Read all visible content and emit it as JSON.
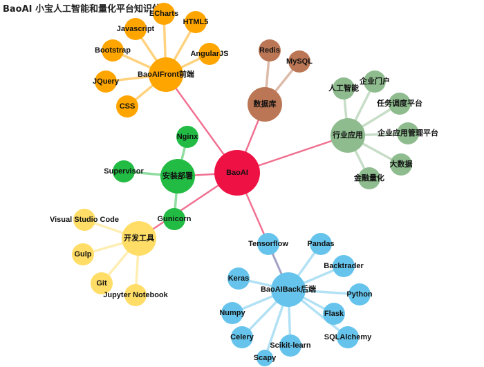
{
  "title": "BaoAI 小宝人工智能和量化平台知识体系",
  "colors": {
    "root": "#ee1144",
    "root_link": "#f07090",
    "front": "#ffa500",
    "db": "#bb7755",
    "industry": "#8fbc8f",
    "deploy": "#22bb44",
    "tools": "#ffdd66",
    "back": "#66c4ec"
  },
  "nodes": [
    {
      "id": "root",
      "name": "BaoAI",
      "category": "root"
    },
    {
      "id": "front",
      "name": "BaoAIFront前端",
      "category": "front"
    },
    {
      "id": "echarts",
      "name": "ECharts",
      "category": "front",
      "parent": "front"
    },
    {
      "id": "html5",
      "name": "HTML5",
      "category": "front",
      "parent": "front"
    },
    {
      "id": "angular",
      "name": "AngularJS",
      "category": "front",
      "parent": "front"
    },
    {
      "id": "js",
      "name": "Javascript",
      "category": "front",
      "parent": "front"
    },
    {
      "id": "bootstrap",
      "name": "Bootstrap",
      "category": "front",
      "parent": "front"
    },
    {
      "id": "jquery",
      "name": "JQuery",
      "category": "front",
      "parent": "front"
    },
    {
      "id": "css",
      "name": "CSS",
      "category": "front",
      "parent": "front"
    },
    {
      "id": "db",
      "name": "数据库",
      "category": "db"
    },
    {
      "id": "redis",
      "name": "Redis",
      "category": "db",
      "parent": "db"
    },
    {
      "id": "mysql",
      "name": "MySQL",
      "category": "db",
      "parent": "db"
    },
    {
      "id": "industry",
      "name": "行业应用",
      "category": "industry"
    },
    {
      "id": "ai",
      "name": "人工智能",
      "category": "industry",
      "parent": "industry"
    },
    {
      "id": "portal",
      "name": "企业门户",
      "category": "industry",
      "parent": "industry"
    },
    {
      "id": "sched",
      "name": "任务调度平台",
      "category": "industry",
      "parent": "industry"
    },
    {
      "id": "eam",
      "name": "企业应用管理平台",
      "category": "industry",
      "parent": "industry"
    },
    {
      "id": "bigdata",
      "name": "大数据",
      "category": "industry",
      "parent": "industry"
    },
    {
      "id": "quant",
      "name": "金融量化",
      "category": "industry",
      "parent": "industry"
    },
    {
      "id": "deploy",
      "name": "安装部署",
      "category": "deploy"
    },
    {
      "id": "nginx",
      "name": "Nginx",
      "category": "deploy",
      "parent": "deploy"
    },
    {
      "id": "supervisor",
      "name": "Supervisor",
      "category": "deploy",
      "parent": "deploy"
    },
    {
      "id": "gunicorn",
      "name": "Gunicorn",
      "category": "deploy",
      "parent": "deploy"
    },
    {
      "id": "tools",
      "name": "开发工具",
      "category": "tools"
    },
    {
      "id": "vscode",
      "name": "Visual Studio Code",
      "category": "tools",
      "parent": "tools"
    },
    {
      "id": "gulp",
      "name": "Gulp",
      "category": "tools",
      "parent": "tools"
    },
    {
      "id": "git",
      "name": "Git",
      "category": "tools",
      "parent": "tools"
    },
    {
      "id": "jupyter",
      "name": "Jupyter Notebook",
      "category": "tools",
      "parent": "tools"
    },
    {
      "id": "back",
      "name": "BaoAIBack后端",
      "category": "back"
    },
    {
      "id": "tensorflow",
      "name": "Tensorflow",
      "category": "back",
      "parent": "back"
    },
    {
      "id": "pandas",
      "name": "Pandas",
      "category": "back",
      "parent": "back"
    },
    {
      "id": "backtrader",
      "name": "Backtrader",
      "category": "back",
      "parent": "back"
    },
    {
      "id": "python",
      "name": "Python",
      "category": "back",
      "parent": "back"
    },
    {
      "id": "flask",
      "name": "Flask",
      "category": "back",
      "parent": "back"
    },
    {
      "id": "sqlalchemy",
      "name": "SQLAlchemy",
      "category": "back",
      "parent": "back"
    },
    {
      "id": "sklearn",
      "name": "Scikit-learn",
      "category": "back",
      "parent": "back"
    },
    {
      "id": "scapy",
      "name": "Scapy",
      "category": "back",
      "parent": "back"
    },
    {
      "id": "celery",
      "name": "Celery",
      "category": "back",
      "parent": "back"
    },
    {
      "id": "numpy",
      "name": "Numpy",
      "category": "back",
      "parent": "back"
    },
    {
      "id": "keras",
      "name": "Keras",
      "category": "back",
      "parent": "back"
    }
  ]
}
